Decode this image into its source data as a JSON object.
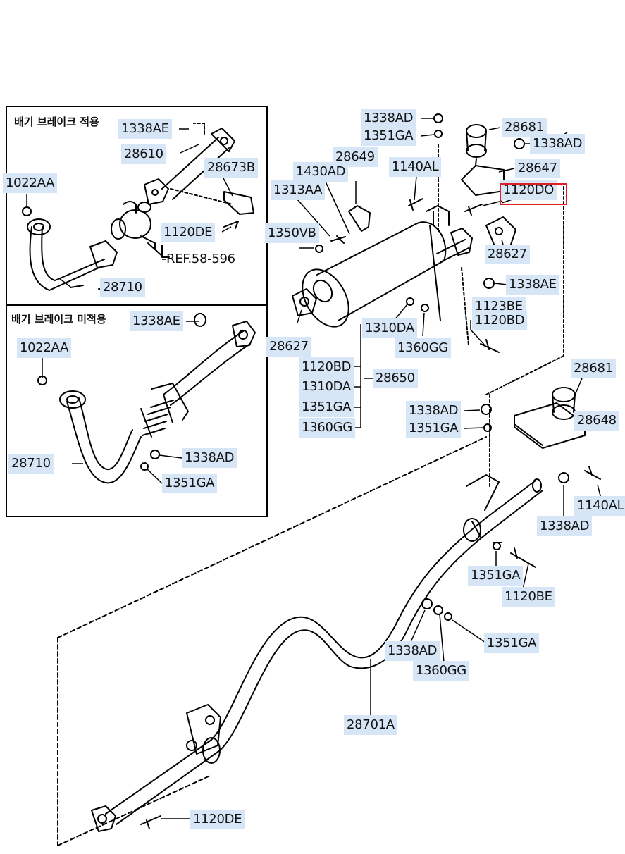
{
  "insets": {
    "top_heading": "배기 브레이크 적용",
    "bottom_heading": "배기 브레이크 미적용"
  },
  "reference": "REF.58-596",
  "parts": {
    "p1338AE_a": "1338AE",
    "p28610": "28610",
    "p28673B": "28673B",
    "p1022AA_a": "1022AA",
    "p1120DE_a": "1120DE",
    "p28710_a": "28710",
    "p1338AE_b": "1338AE",
    "p1022AA_b": "1022AA",
    "p28710_b": "28710",
    "p1338AD_c": "1338AD",
    "p1351GA_c": "1351GA",
    "p1338AD_a": "1338AD",
    "p1351GA_a": "1351GA",
    "p28681_a": "28681",
    "p1338AD_b": "1338AD",
    "p28649": "28649",
    "p1140AL_a": "1140AL",
    "p28647": "28647",
    "p1430AD": "1430AD",
    "p1313AA": "1313AA",
    "p1120DO": "1120DO",
    "p1350VB": "1350VB",
    "p28627_a": "28627",
    "p1338AE_c": "1338AE",
    "p1123BE": "1123BE",
    "p1120BD_a": "1120BD",
    "p1310DA_a": "1310DA",
    "p1360GG_a": "1360GG",
    "p28627_b": "28627",
    "p1120BD_b": "1120BD",
    "p1310DA_b": "1310DA",
    "p28650": "28650",
    "p1351GA_b": "1351GA",
    "p1360GG_b": "1360GG",
    "p28681_b": "28681",
    "p28648": "28648",
    "p1338AD_d": "1338AD",
    "p1351GA_d": "1351GA",
    "p1140AL_b": "1140AL",
    "p1338AD_e": "1338AD",
    "p1351GA_e": "1351GA",
    "p1120BE": "1120BE",
    "p1338AD_f": "1338AD",
    "p1351GA_f": "1351GA",
    "p1360GG_c": "1360GG",
    "p28701A": "28701A",
    "p1120DE_b": "1120DE"
  },
  "colors": {
    "label_bg": "#d6e6f7",
    "highlight": "#e02020",
    "line": "#000000"
  }
}
